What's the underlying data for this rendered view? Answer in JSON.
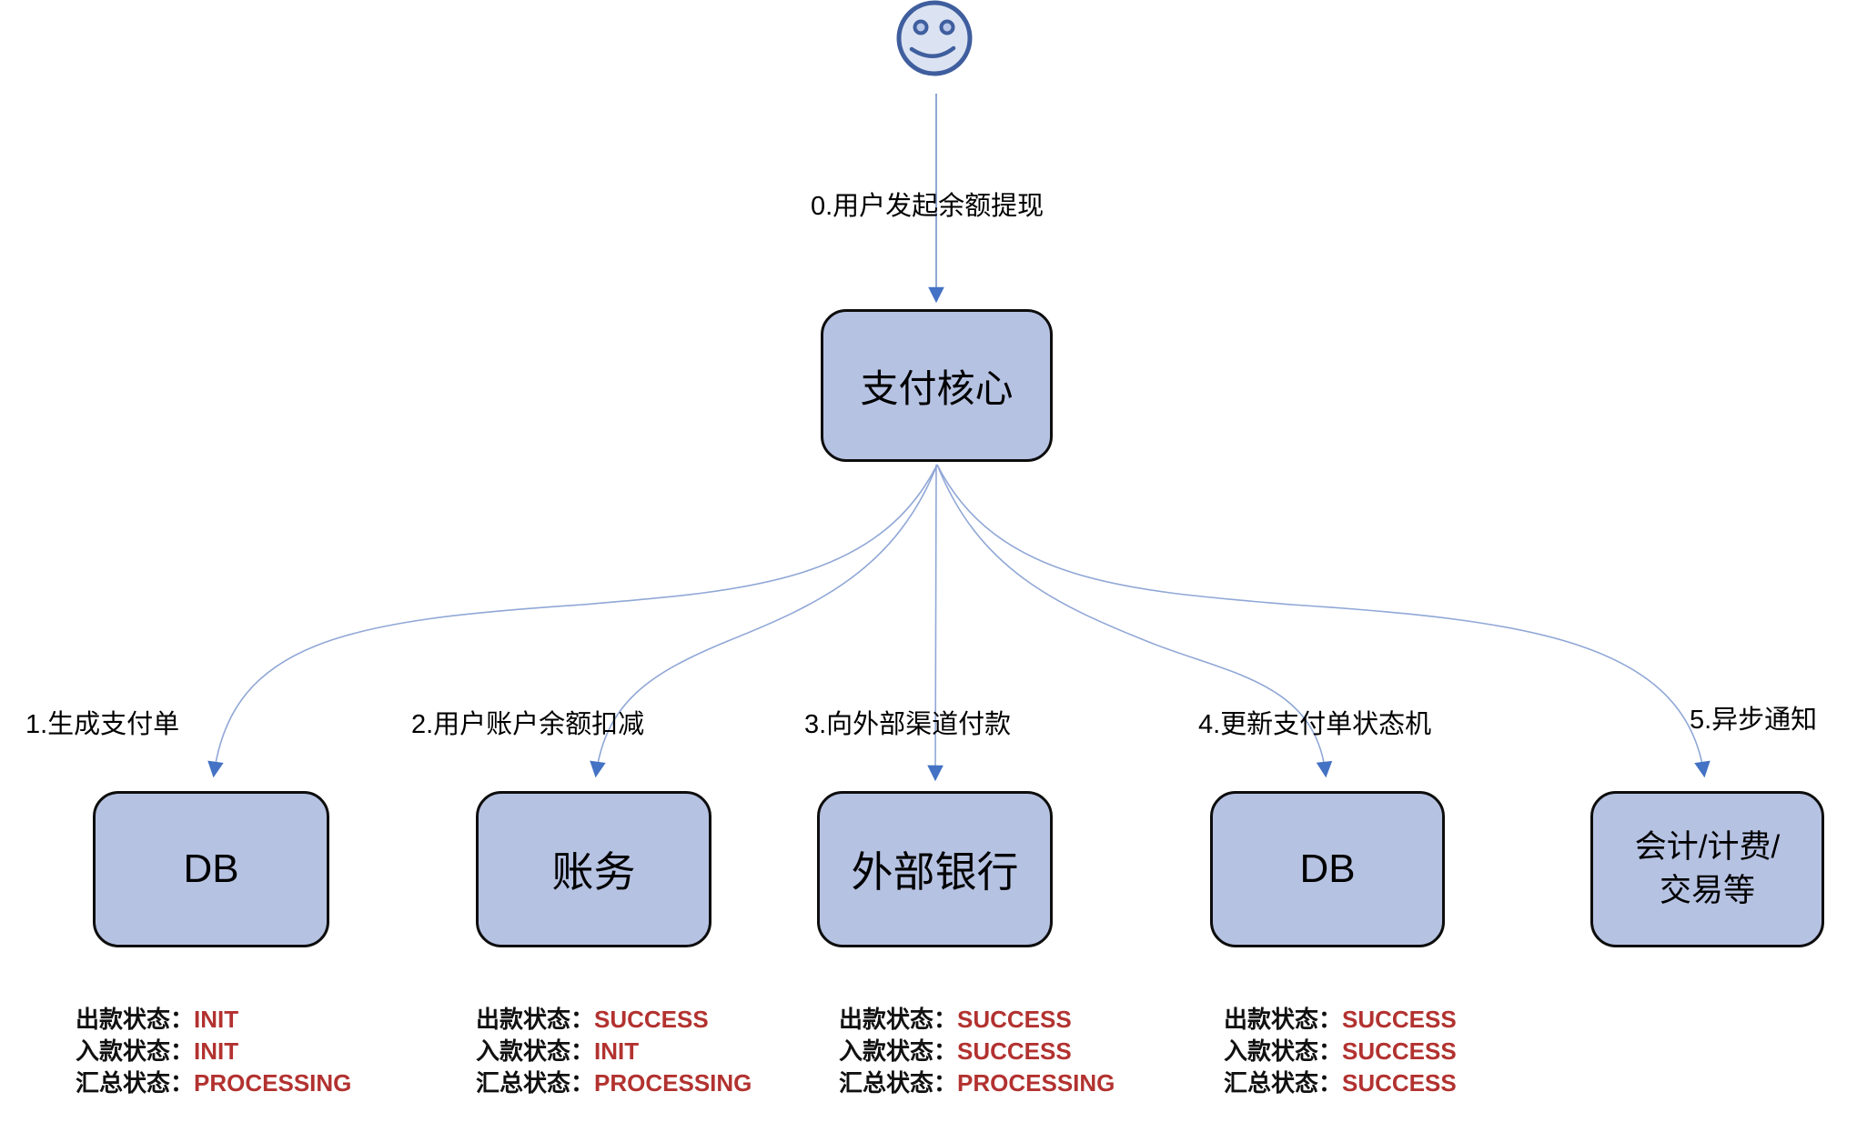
{
  "colors": {
    "node-fill": "#b6c2e2",
    "node-border": "#0d0d0d",
    "connector": "#90a7d6",
    "arrow": "#4472c4",
    "status-red": "#b23230",
    "smiley-stroke": "#3f5e9e",
    "smiley-fill": "#dbe3f2"
  },
  "diagram": {
    "edges": {
      "e0": {
        "label": "0.用户发起余额提现"
      },
      "e1": {
        "label": "1.生成支付单"
      },
      "e2": {
        "label": "2.用户账户余额扣减"
      },
      "e3": {
        "label": "3.向外部渠道付款"
      },
      "e4": {
        "label": "4.更新支付单状态机"
      },
      "e5": {
        "label": "5.异步通知"
      }
    },
    "nodes": {
      "core": {
        "label": "支付核心"
      },
      "t1": {
        "label": "DB"
      },
      "t2": {
        "label": "账务"
      },
      "t3": {
        "label": "外部银行"
      },
      "t4": {
        "label": "DB"
      },
      "t5": {
        "label": "会计/计费/\n交易等"
      }
    },
    "statuses": [
      {
        "rows": [
          {
            "label": "出款状态：",
            "value": "INIT"
          },
          {
            "label": "入款状态：",
            "value": "INIT"
          },
          {
            "label": "汇总状态：",
            "value": "PROCESSING"
          }
        ]
      },
      {
        "rows": [
          {
            "label": "出款状态：",
            "value": "SUCCESS"
          },
          {
            "label": "入款状态：",
            "value": "INIT"
          },
          {
            "label": "汇总状态：",
            "value": "PROCESSING"
          }
        ]
      },
      {
        "rows": [
          {
            "label": "出款状态：",
            "value": "SUCCESS"
          },
          {
            "label": "入款状态：",
            "value": "SUCCESS"
          },
          {
            "label": "汇总状态：",
            "value": "PROCESSING"
          }
        ]
      },
      {
        "rows": [
          {
            "label": "出款状态：",
            "value": "SUCCESS"
          },
          {
            "label": "入款状态：",
            "value": "SUCCESS"
          },
          {
            "label": "汇总状态：",
            "value": "SUCCESS"
          }
        ]
      }
    ]
  }
}
